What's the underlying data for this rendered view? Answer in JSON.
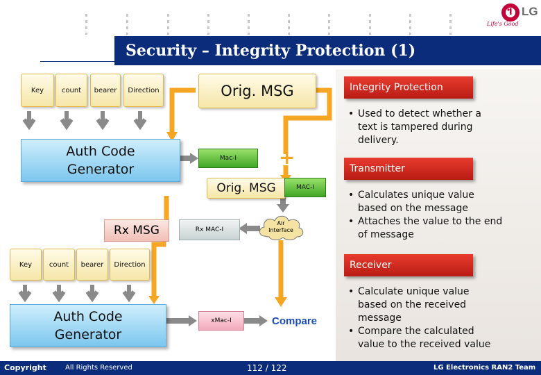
{
  "header": {
    "title": "Security – Integrity Protection (1)",
    "logo_text": "LG",
    "logo_slogan": "Life's Good"
  },
  "diagram": {
    "inputs_top": [
      "Key",
      "count",
      "bearer",
      "Direction"
    ],
    "orig_msg_top": "Orig. MSG",
    "auth_gen_top": "Auth Code Generator",
    "mac_i_label": "Mac-I",
    "plus": "+",
    "orig_msg_mid": "Orig. MSG",
    "mac_i_tag": "MAC-I",
    "air_interface": "Air Interface",
    "rx_msg": "Rx MSG",
    "rx_mac_i": "Rx MAC-I",
    "inputs_bottom": [
      "Key",
      "count",
      "bearer",
      "Direction"
    ],
    "auth_gen_bottom": "Auth Code Generator",
    "xmac_i": "xMac-I",
    "compare": "Compare"
  },
  "panel": {
    "integrity_title": "Integrity Protection",
    "integrity_bullets": [
      "Used to detect whether a text is tampered during delivery."
    ],
    "transmitter_title": "Transmitter",
    "transmitter_bullets": [
      "Calculates unique value based on the message",
      "Attaches the value to the end of message"
    ],
    "receiver_title": "Receiver",
    "receiver_bullets": [
      "Calculate unique value based on the received message",
      "Compare the calculated value to the received value"
    ]
  },
  "footer": {
    "copyright": "Copyright",
    "rights": "All Rights Reserved",
    "page": "112 / 122",
    "team": "LG Electronics RAN2 Team"
  },
  "colors": {
    "title_bar": "#0a2c7a",
    "arrow_orange": "#f5a623",
    "arrow_gray": "#8a8a8a",
    "header_red": "#d42a20",
    "compare_blue": "#1a4db8"
  }
}
